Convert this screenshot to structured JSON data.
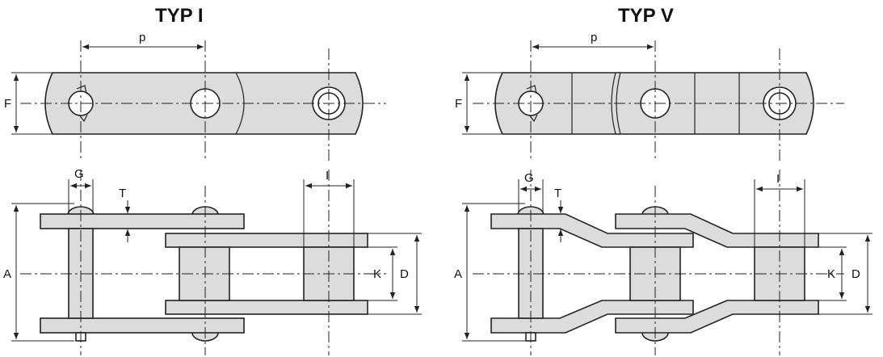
{
  "titles": {
    "left": "TYP I",
    "right": "TYP V"
  },
  "labels": {
    "pitch": "p",
    "F": "F",
    "G": "G",
    "T": "T",
    "A": "A",
    "K": "K",
    "D": "D",
    "I": "I"
  }
}
